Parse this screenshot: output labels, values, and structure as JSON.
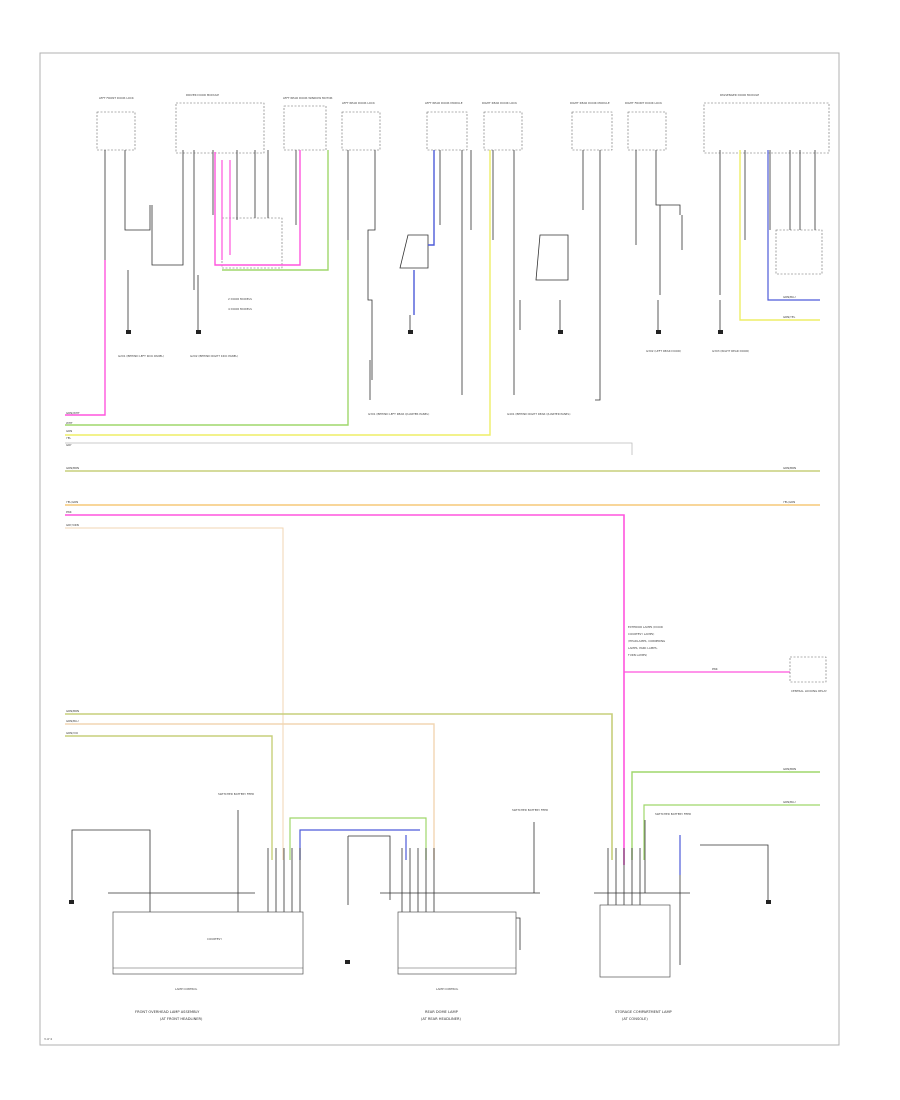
{
  "diagram": {
    "title": "",
    "colors": {
      "pink": "#ff55dd",
      "green": "#9fd76b",
      "olive": "#c7cf7b",
      "yellow": "#eeee66",
      "blue": "#4d5bd9",
      "orange": "#f6c879",
      "peach": "#f2d6b3",
      "black": "#333333",
      "frame": "#b0b0b0"
    },
    "top_components": [
      {
        "label": "LEFT FRONT DOOR LOCK",
        "id": "lf-door"
      },
      {
        "label": "DRIVER DOOR MODULE",
        "id": "ddm"
      },
      {
        "label": "LEFT REAR DOOR WINDOW MOTOR",
        "id": "lr-win"
      },
      {
        "label": "LEFT REAR DOOR LOCK",
        "id": "lr-door"
      },
      {
        "label": "LEFT REAR DOOR MODULE",
        "id": "lr-mod"
      },
      {
        "label": "RIGHT REAR DOOR LOCK",
        "id": "rr-door"
      },
      {
        "label": "RIGHT REAR DOOR MODULE",
        "id": "rr-mod"
      },
      {
        "label": "RIGHT FRONT DOOR LOCK",
        "id": "rf-door"
      },
      {
        "label": "PASSENGER DOOR MODULE",
        "id": "pdm"
      }
    ],
    "ground_labels": [
      "G201 (BEHIND LEFT KICK PANEL)",
      "G202 (BEHIND RIGHT KICK PANEL)",
      "G301 (BEHIND LEFT REAR QUARTER PANEL)",
      "G401 (BEHIND RIGHT REAR QUARTER PANEL)",
      "G302 (LEFT REAR DOOR)",
      "G303 (RIGHT REAR DOOR)"
    ],
    "legend": [
      "2 DOOR MODELS",
      "4 DOOR MODELS"
    ],
    "bus_labels": {
      "left_top": [
        "GRN/WHT",
        "WHT",
        "GRN",
        "YEL",
        "GRY"
      ],
      "mid1": "GRN/BRN",
      "mid2": [
        "YEL/GRN",
        "PNK",
        "GRY/ORN"
      ],
      "mid_right1": "GRN/BRN",
      "mid_right2": "YEL/GRN",
      "lower_left": [
        "GRN/BRN",
        "GRN/BLU",
        "GRN/VIO"
      ],
      "right_out1": "GRN/BRN",
      "right_out2": "GRN/BLU",
      "top_right1": "GRN/BLU",
      "top_right2": "GRN/YEL"
    },
    "mid_note": [
      "EXTERIOR LAMPS (DOOR",
      "COURTESY LAMPS)",
      "(HEADLAMPS, CORNERING",
      "LAMPS, PARK LAMPS,",
      "TURN LAMPS)"
    ],
    "mid_note_wire": "PNK",
    "side_box_label": "CENTRAL LOCKING RELAY",
    "bottom_modules": [
      {
        "label": "FRONT OVERHEAD LAMP ASSEMBLY",
        "sub": "(AT FRONT HEADLINER)",
        "inner": "LAMP CONTROL",
        "switch": "COURTESY"
      },
      {
        "label": "REAR DOME LAMP",
        "sub": "(AT REAR HEADLINER)",
        "inner": "LAMP CONTROL"
      },
      {
        "label": "STORAGE COMPARTMENT LAMP",
        "sub": "(AT CONSOLE)",
        "inner": ""
      }
    ],
    "bottom_small_labels": [
      "SWITCHED BATTERY FEED",
      "SWITCHED BATTERY FEED",
      "SWITCHED BATTERY FEED"
    ],
    "page_ref": "3 of 4"
  }
}
